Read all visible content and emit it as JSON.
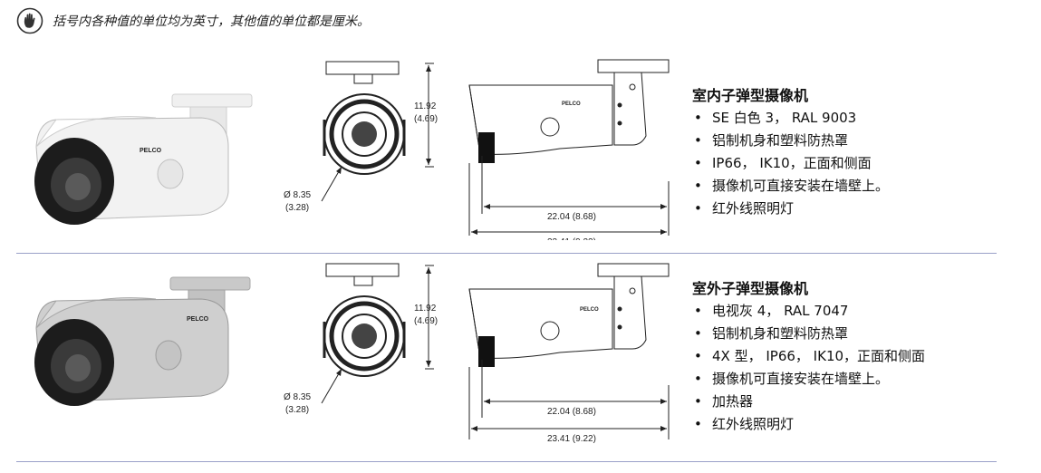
{
  "note": {
    "text": "括号内各种值的单位均为英寸，其他值的单位都是厘米。",
    "icon": "hand-stop-icon"
  },
  "dimensions": {
    "height_cm": "11.92",
    "height_in": "(4.69)",
    "diameter_cm": "Ø 8.35",
    "diameter_in": "(3.28)",
    "body_length": "22.04 (8.68)",
    "total_length": "23.41 (9.22)",
    "brand": "PELCO"
  },
  "products": [
    {
      "title": "室内子弹型摄像机",
      "features": [
        "SE 白色 3， RAL 9003",
        "铝制机身和塑料防热罩",
        "IP66， IK10，正面和侧面",
        "摄像机可直接安装在墙壁上。",
        "红外线照明灯"
      ],
      "camera_color": "#f2f2f2"
    },
    {
      "title": "室外子弹型摄像机",
      "features": [
        "电视灰 4， RAL 7047",
        "铝制机身和塑料防热罩",
        "4X 型， IP66， IK10，正面和侧面",
        "摄像机可直接安装在墙壁上。",
        "加热器",
        "红外线照明灯"
      ],
      "camera_color": "#cfcfcf"
    }
  ],
  "colors": {
    "divider": "#9aa0c8",
    "outline": "#222222"
  }
}
